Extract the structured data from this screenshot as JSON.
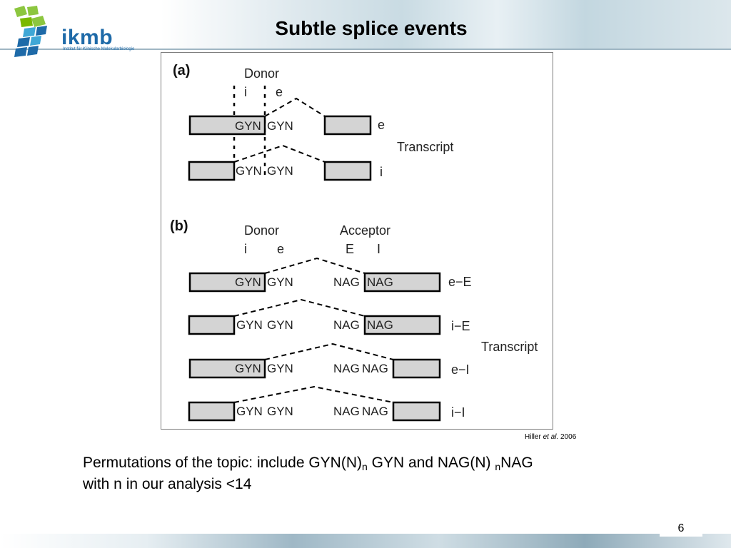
{
  "slide": {
    "title": "Subtle splice events",
    "page_number": "6"
  },
  "logo": {
    "name": "ikmb",
    "subtitle": "Institut für Klinische Molekularbiologie"
  },
  "figure": {
    "panel_a": {
      "label": "(a)",
      "donor_label": "Donor",
      "donor_i": "i",
      "donor_e": "e",
      "transcript_label": "Transcript",
      "rows": [
        {
          "seq_left": "GYN",
          "seq_right": "GYN",
          "transcript": "e"
        },
        {
          "seq_left": "GYN",
          "seq_right": "GYN",
          "transcript": "i"
        }
      ]
    },
    "panel_b": {
      "label": "(b)",
      "donor_label": "Donor",
      "donor_i": "i",
      "donor_e": "e",
      "acceptor_label": "Acceptor",
      "acceptor_E": "E",
      "acceptor_I": "I",
      "transcript_label": "Transcript",
      "rows": [
        {
          "seq1": "GYN",
          "seq2": "GYN",
          "seq3": "NAG",
          "seq4": "NAG",
          "transcript": "e−E"
        },
        {
          "seq1": "GYN",
          "seq2": "GYN",
          "seq3": "NAG",
          "seq4": "NAG",
          "transcript": "i−E"
        },
        {
          "seq1": "GYN",
          "seq2": "GYN",
          "seq3": "NAG",
          "seq4": "NAG",
          "transcript": "e−I"
        },
        {
          "seq1": "GYN",
          "seq2": "GYN",
          "seq3": "NAG",
          "seq4": "NAG",
          "transcript": "i−I"
        }
      ]
    }
  },
  "citation": {
    "author": "Hiller",
    "etal": "et al.",
    "year": "2006"
  },
  "body": {
    "line1_part1": "Permutations of the topic: include GYN(N)",
    "line1_sub1": "n",
    "line1_part2": " GYN and NAG(N) ",
    "line1_sub2": "n",
    "line1_part3": "NAG",
    "line2": " with n in our analysis <14"
  },
  "colors": {
    "logo_blue": "#1e6aa8",
    "logo_green": "#8cc63f",
    "exon_fill": "#d4d4d4"
  }
}
